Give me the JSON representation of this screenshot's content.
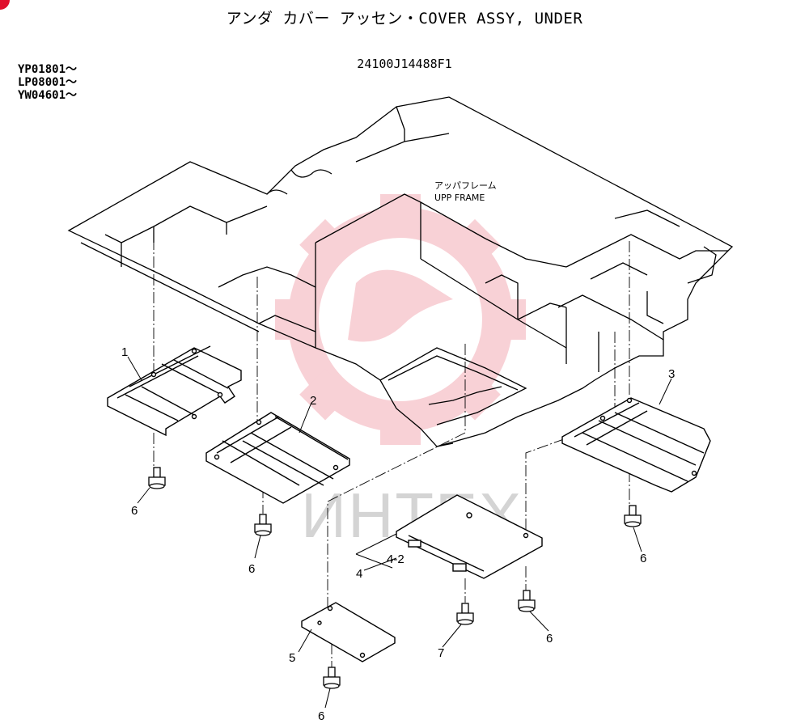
{
  "header": {
    "title": "アンダ カバー アッセン・COVER ASSY, UNDER",
    "part_number": "24100J14488F1"
  },
  "serials": [
    "YP01801～",
    "LP08001～",
    "YW04601～"
  ],
  "frame_label": {
    "jp": "アッパフレーム",
    "en": "UPP FRAME"
  },
  "callouts": {
    "c1": "1",
    "c2": "2",
    "c3": "3",
    "c4": "4",
    "c4_2": "4-2",
    "c5": "5",
    "c6a": "6",
    "c6b": "6",
    "c6c": "6",
    "c6d": "6",
    "c6e": "6",
    "c7": "7"
  },
  "watermark": {
    "text": "ИНТЕХ",
    "color": "#e8a0a8"
  }
}
